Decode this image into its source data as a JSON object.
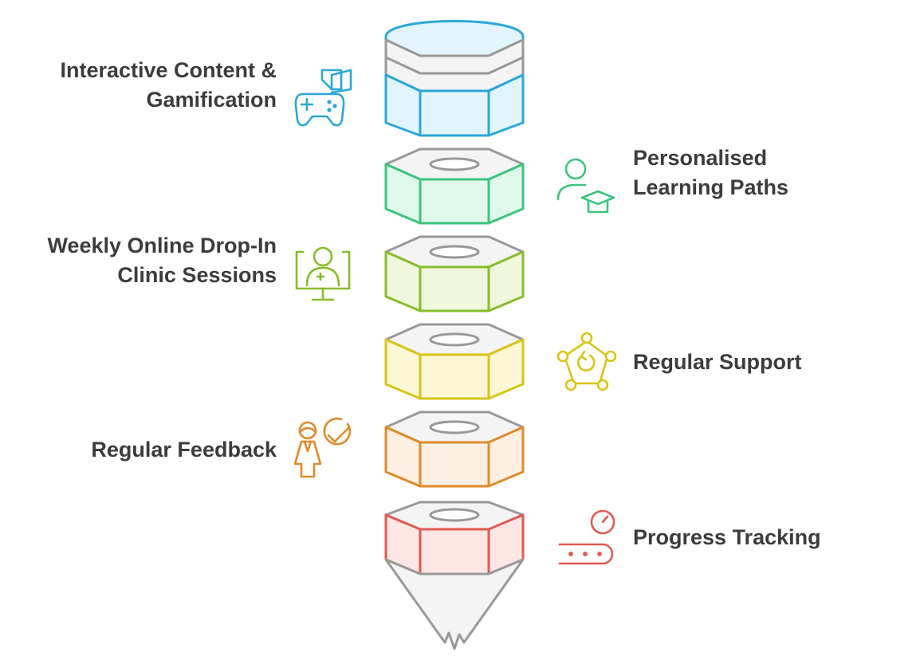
{
  "palette": {
    "outline": "#999999",
    "cap_fill": "#f4f4f4",
    "text": "#3c3c3c"
  },
  "steps": [
    {
      "id": "interactive-content",
      "lines": [
        "Interactive Content &",
        "Gamification"
      ],
      "icon": "game-controller-book-icon",
      "color": "#2aa7d8",
      "fill": "#e3f5fc"
    },
    {
      "id": "personalised-learning",
      "lines": [
        "Personalised",
        "Learning Paths"
      ],
      "icon": "student-graduation-cap-icon",
      "color": "#3cc47c",
      "fill": "#e0f8ea"
    },
    {
      "id": "drop-in-clinic",
      "lines": [
        "Weekly Online Drop-In",
        "Clinic Sessions"
      ],
      "icon": "monitor-doctor-icon",
      "color": "#86bd2b",
      "fill": "#eff8dd"
    },
    {
      "id": "regular-support",
      "lines": [
        "Regular Support"
      ],
      "icon": "support-network-icon",
      "color": "#d9c415",
      "fill": "#fcf8d6"
    },
    {
      "id": "regular-feedback",
      "lines": [
        "Regular Feedback"
      ],
      "icon": "person-checkmark-icon",
      "color": "#e08a2a",
      "fill": "#fdf0e2"
    },
    {
      "id": "progress-tracking",
      "lines": [
        "Progress Tracking"
      ],
      "icon": "conveyor-gauge-icon",
      "color": "#e05a50",
      "fill": "#fde6e4"
    }
  ]
}
